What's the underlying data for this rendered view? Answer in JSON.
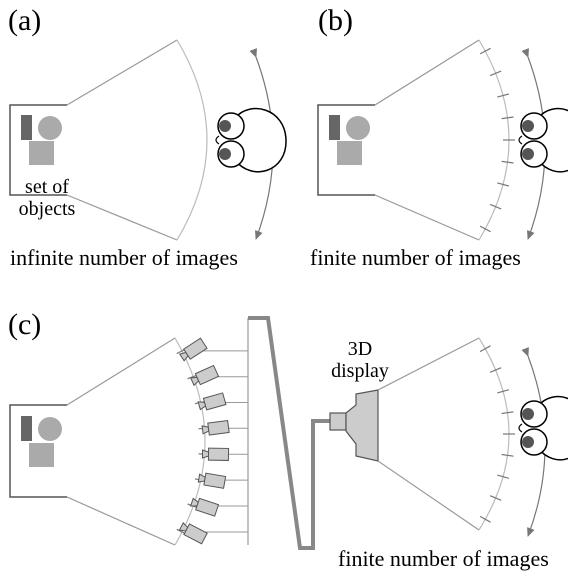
{
  "panels": {
    "a": {
      "label": "(a)",
      "caption": "infinite number of images",
      "objects_label_line1": "set of",
      "objects_label_line2": "objects"
    },
    "b": {
      "label": "(b)",
      "caption": "finite number of images"
    },
    "c": {
      "label": "(c)",
      "caption": "finite number of images",
      "display_label_line1": "3D",
      "display_label_line2": "display"
    }
  },
  "colors": {
    "line": "#999999",
    "outline": "#555555",
    "object_dark": "#666666",
    "object_light": "#aaaaaa",
    "camera": "#cccccc",
    "display": "#cccccc",
    "cable": "#888888",
    "eye": "#555555"
  }
}
